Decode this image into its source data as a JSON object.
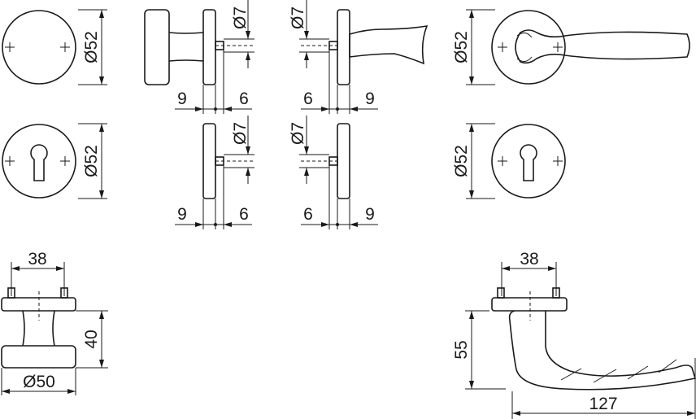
{
  "dimensions": {
    "rose_diameter": "Ø52",
    "spindle_diameter": "Ø7",
    "offset_9": "9",
    "offset_6": "6",
    "pin_spacing": "38",
    "knob_projection": "40",
    "knob_diameter": "Ø50",
    "lever_projection": "55",
    "lever_length": "127"
  }
}
